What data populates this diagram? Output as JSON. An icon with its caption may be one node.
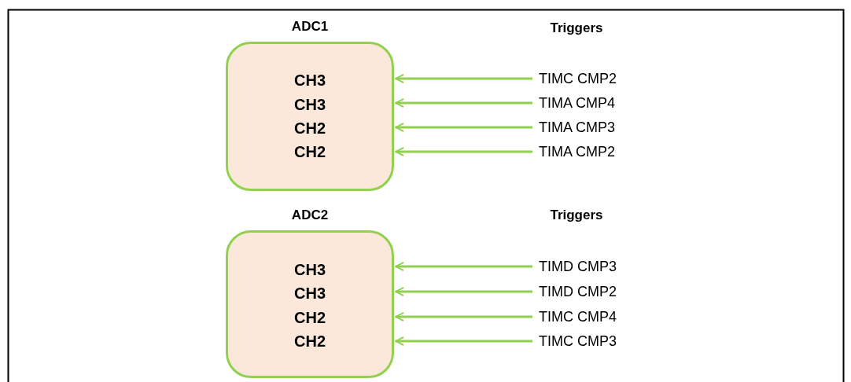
{
  "diagram": {
    "nodes": [
      {
        "text": [
          "ADC1",
          "CH3",
          "CH3",
          "CH2",
          "CH2"
        ]
      },
      {
        "text": [
          "TIMC CMP2"
        ]
      },
      {
        "text": [
          "TIMA CMP4"
        ]
      },
      {
        "text": [
          "TIMA CMP3"
        ]
      },
      {
        "text": [
          "TIMA CMP2"
        ]
      },
      {
        "text": [
          "ADC2",
          "CH3",
          "CH3",
          "CH2",
          "CH2"
        ]
      },
      {
        "text": [
          "TIMD CMP3"
        ]
      },
      {
        "text": [
          "TIMD CMP2"
        ]
      },
      {
        "text": [
          "TIMC CMP4"
        ]
      },
      {
        "text": [
          "TIMC CMP3"
        ]
      }
    ],
    "edges": [
      {
        "from": 1,
        "to": 0,
        "arrow": "to"
      },
      {
        "from": 2,
        "to": 0,
        "arrow": "to"
      },
      {
        "from": 3,
        "to": 0,
        "arrow": "to"
      },
      {
        "from": 4,
        "to": 0,
        "arrow": "to"
      },
      {
        "from": 6,
        "to": 5,
        "arrow": "to"
      },
      {
        "from": 7,
        "to": 5,
        "arrow": "to"
      },
      {
        "from": 8,
        "to": 5,
        "arrow": "to"
      },
      {
        "from": 9,
        "to": 5,
        "arrow": "to"
      }
    ],
    "labels": [
      "Triggers",
      "Triggers"
    ]
  }
}
